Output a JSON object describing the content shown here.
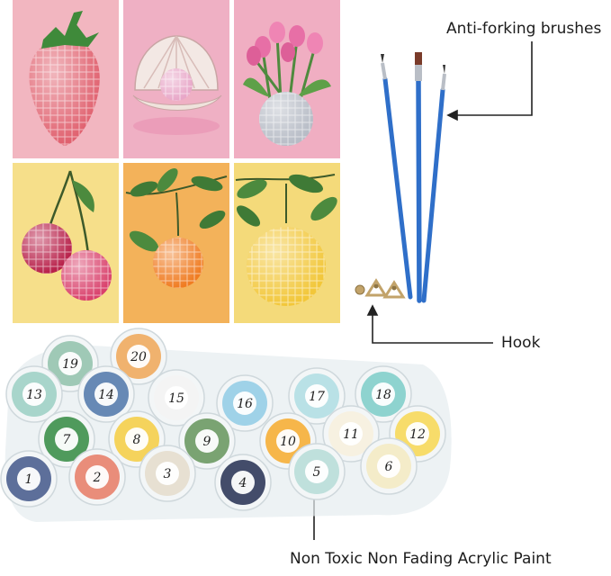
{
  "labels": {
    "brushes": "Anti-forking brushes",
    "hook": "Hook",
    "paint": "Non Toxic Non Fading Acrylic Paint"
  },
  "paintings": [
    {
      "subject": "disco strawberry",
      "bg": "#f2b6c0"
    },
    {
      "subject": "disco ball in seashell",
      "bg": "#efb0c4"
    },
    {
      "subject": "tulips in disco vase",
      "bg": "#f0aec2"
    },
    {
      "subject": "disco cherries",
      "bg": "#f6df8a"
    },
    {
      "subject": "disco orange",
      "bg": "#f3b25a"
    },
    {
      "subject": "disco lemon",
      "bg": "#f4da7a"
    }
  ],
  "pots": [
    {
      "n": "1",
      "color": "#5d6f9a"
    },
    {
      "n": "2",
      "color": "#e98d7a"
    },
    {
      "n": "3",
      "color": "#e7e0d2"
    },
    {
      "n": "4",
      "color": "#434c6a"
    },
    {
      "n": "5",
      "color": "#bfe0dc"
    },
    {
      "n": "6",
      "color": "#f4ecc9"
    },
    {
      "n": "7",
      "color": "#4f9a5c"
    },
    {
      "n": "8",
      "color": "#f5d35c"
    },
    {
      "n": "9",
      "color": "#7aa372"
    },
    {
      "n": "10",
      "color": "#f6b64a"
    },
    {
      "n": "11",
      "color": "#f7f1e1"
    },
    {
      "n": "12",
      "color": "#f7dc6a"
    },
    {
      "n": "13",
      "color": "#a8d5cb"
    },
    {
      "n": "14",
      "color": "#6789b5"
    },
    {
      "n": "15",
      "color": "#f4f4f4"
    },
    {
      "n": "16",
      "color": "#9fd2e8"
    },
    {
      "n": "17",
      "color": "#b9e1e6"
    },
    {
      "n": "18",
      "color": "#8ed3cf"
    },
    {
      "n": "19",
      "color": "#9fc9b6"
    },
    {
      "n": "20",
      "color": "#f0b26e"
    }
  ],
  "brush_color": "#2f6fc9"
}
